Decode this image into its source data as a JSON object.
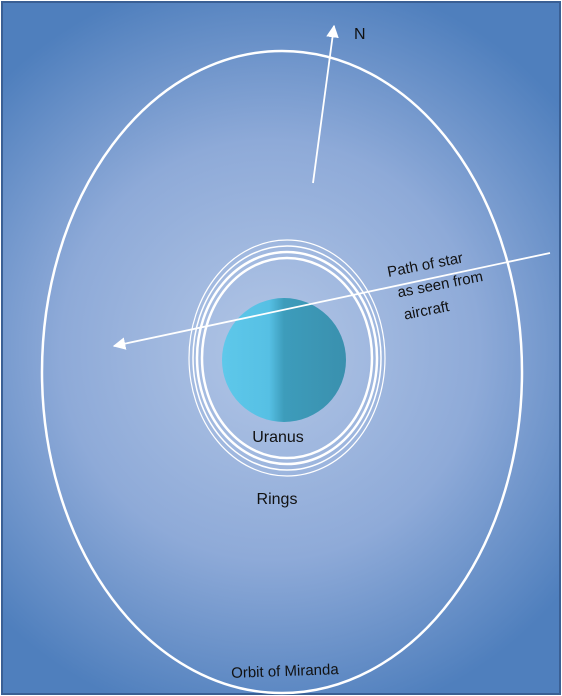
{
  "labels": {
    "north": "N",
    "star_path": [
      "Path of star",
      "as seen from",
      "aircraft"
    ],
    "planet": "Uranus",
    "rings": "Rings",
    "orbit": "Orbit of Miranda"
  },
  "colors": {
    "background_center": "#b2c6e6",
    "background_edge": "#4f7fbd",
    "frame": "#3a5f94",
    "lines": "#ffffff",
    "planet_light": "#5ec8ea",
    "planet_dark": "#3a95b2",
    "text": "#111111"
  }
}
